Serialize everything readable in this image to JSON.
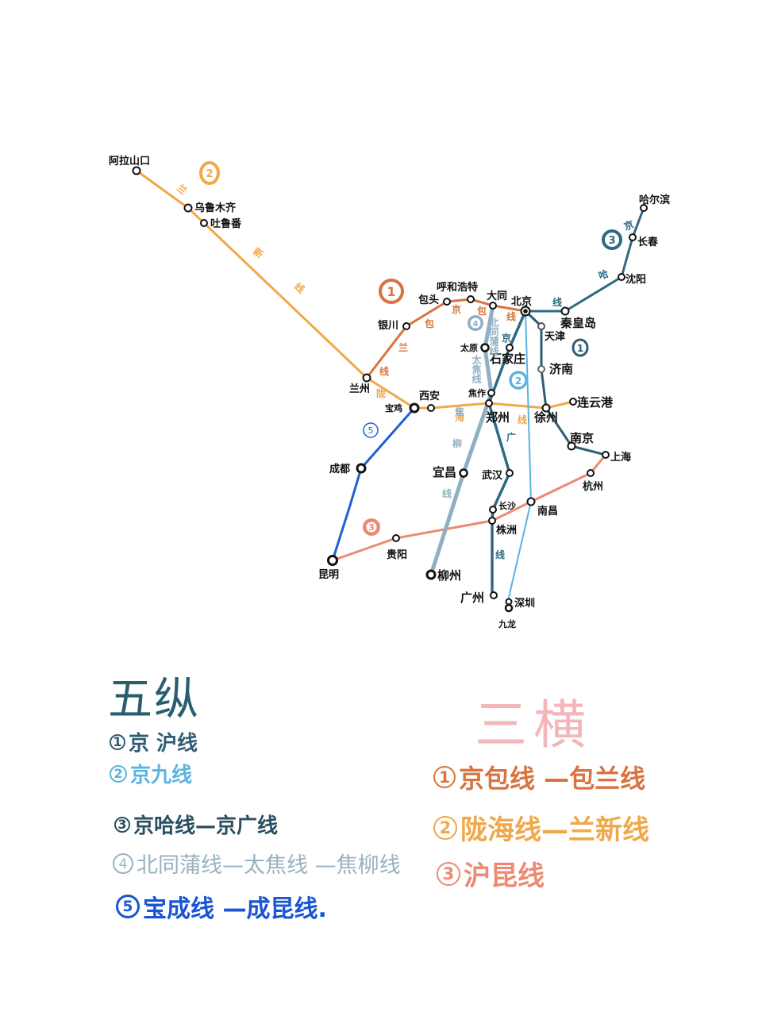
{
  "colors": {
    "jinghu": "#2f5d73",
    "jingjiu": "#5ab4df",
    "jingha_jingguang": "#2e6a85",
    "beitongpu": "#8fb0c2",
    "baocheng": "#1e5fd6",
    "jingbao": "#d9733f",
    "longhai": "#f0a84a",
    "hukun": "#ec8a74",
    "title_zong": "#2a5d70",
    "title_heng": "#f4b6bb"
  },
  "map": {
    "cities": {
      "alashankou": "阿拉山口",
      "urumqi": "乌鲁木齐",
      "turpan": "吐鲁番",
      "lanzhou": "兰州",
      "yinchuan": "银川",
      "baotou": "包头",
      "hohhot": "呼和浩特",
      "datong": "大同",
      "beijing": "北京",
      "tianjin": "天津",
      "qinhuangdao": "秦皇岛",
      "shenyang": "沈阳",
      "changchun": "长春",
      "harbin": "哈尔滨",
      "jinan": "济南",
      "taiyuan": "太原",
      "shijiazhuang": "石家庄",
      "jiaozuo": "焦作",
      "baoji": "宝鸡",
      "xian": "西安",
      "zhengzhou": "郑州",
      "xuzhou": "徐州",
      "lianyungang": "连云港",
      "nanjing": "南京",
      "shanghai": "上海",
      "hangzhou": "杭州",
      "chengdu": "成都",
      "yichang": "宜昌",
      "wuhan": "武汉",
      "changsha": "长沙",
      "nanchang": "南昌",
      "zhuzhou": "株洲",
      "guiyang": "贵阳",
      "kunming": "昆明",
      "liuzhou": "柳州",
      "guangzhou": "广州",
      "shenzhen": "深圳",
      "kowloon": "九龙"
    },
    "line_labels": {
      "lanxin": [
        "兰",
        "新",
        "线"
      ],
      "baolan": [
        "包",
        "兰",
        "线"
      ],
      "jingbao": [
        "京",
        "包",
        "线"
      ],
      "longhai": [
        "陇",
        "海",
        "线"
      ],
      "jingha": [
        "京",
        "哈",
        "线"
      ],
      "jingguang": [
        "京",
        "广",
        "线"
      ],
      "beitongpu": "北同蒲线",
      "taijiao": "太焦线",
      "jiaoliu": [
        "焦",
        "柳",
        "线"
      ]
    },
    "badges": {
      "heng1": "1",
      "heng2": "2",
      "heng3": "3",
      "zong1": "1",
      "zong2": "2",
      "zong3": "3",
      "zong4": "4",
      "zong5": "5"
    }
  },
  "legend": {
    "zong": {
      "title": "五纵",
      "items": [
        {
          "num": "1",
          "label": "京 沪线"
        },
        {
          "num": "2",
          "label": "京九线"
        },
        {
          "num": "3",
          "label": "京哈线—京广线"
        },
        {
          "num": "4",
          "label": "北同蒲线—太焦线 —焦柳线"
        },
        {
          "num": "5",
          "label": "宝成线 —成昆线."
        }
      ]
    },
    "heng": {
      "title": "三横",
      "items": [
        {
          "num": "1",
          "label": "京包线 —包兰线"
        },
        {
          "num": "2",
          "label": "陇海线—兰新线"
        },
        {
          "num": "3",
          "label": "沪昆线"
        }
      ]
    }
  }
}
